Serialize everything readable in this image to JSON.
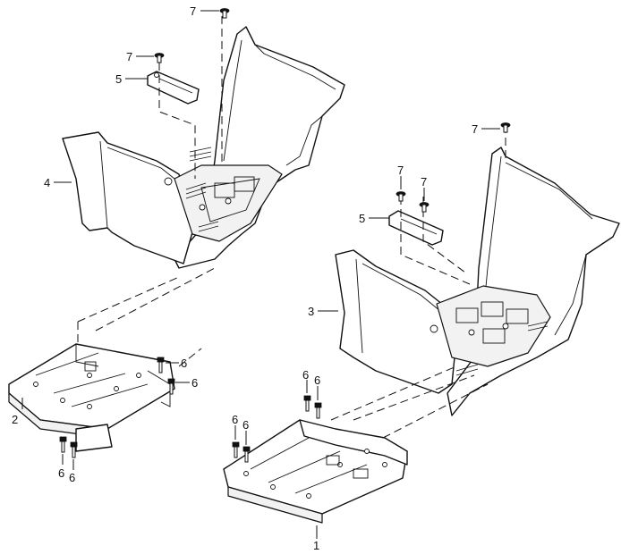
{
  "callouts": {
    "c1": "1",
    "c2": "2",
    "c3": "3",
    "c4": "4",
    "c5_left": "5",
    "c5_right": "5",
    "c6_a": "6",
    "c6_b": "6",
    "c6_c": "6",
    "c6_d": "6",
    "c6_e": "6",
    "c6_f": "6",
    "c6_g": "6",
    "c6_h": "6",
    "c7_top": "7",
    "c7_left": "7",
    "c7_right_top": "7",
    "c7_right_a": "7",
    "c7_right_b": "7"
  },
  "colors": {
    "line": "#111111",
    "background": "#ffffff"
  }
}
